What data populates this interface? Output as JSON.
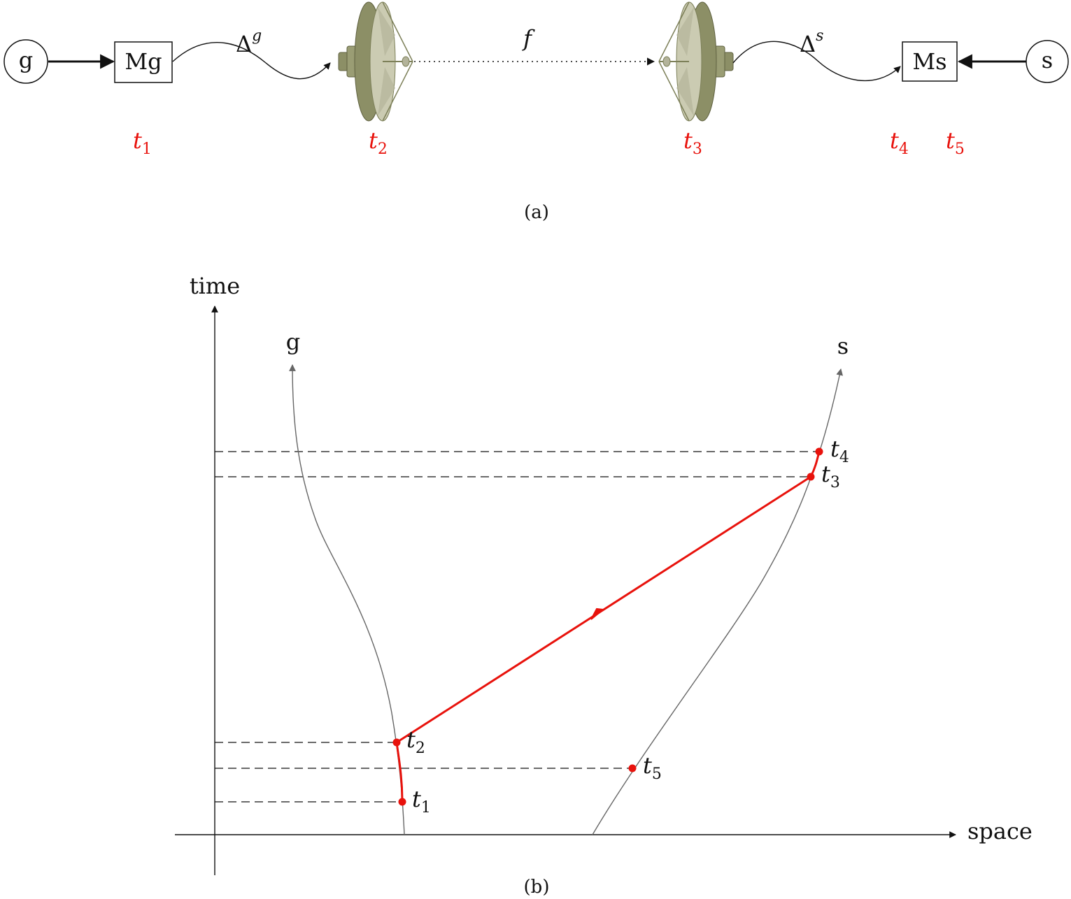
{
  "panel_a": {
    "node_g": "g",
    "node_s": "s",
    "box_mg": "Mg",
    "box_ms": "Ms",
    "delta_g_base": "Δ",
    "delta_g_sup": "g",
    "delta_s_base": "Δ",
    "delta_s_sup": "s",
    "f_label": "f",
    "times": [
      {
        "t": "t",
        "sub": "1"
      },
      {
        "t": "t",
        "sub": "2"
      },
      {
        "t": "t",
        "sub": "3"
      },
      {
        "t": "t",
        "sub": "4"
      },
      {
        "t": "t",
        "sub": "5"
      }
    ],
    "caption": "(a)"
  },
  "panel_b": {
    "y_axis_label": "time",
    "x_axis_label": "space",
    "world_g": "g",
    "world_s": "s",
    "points": [
      {
        "t": "t",
        "sub": "1"
      },
      {
        "t": "t",
        "sub": "2"
      },
      {
        "t": "t",
        "sub": "3"
      },
      {
        "t": "t",
        "sub": "4"
      },
      {
        "t": "t",
        "sub": "5"
      }
    ],
    "caption": "(b)"
  },
  "colors": {
    "accent_red": "#e8120c",
    "dish_olive": "#8c8f66",
    "dish_face": "#c9c9b0",
    "worldline_gray": "#666666"
  }
}
